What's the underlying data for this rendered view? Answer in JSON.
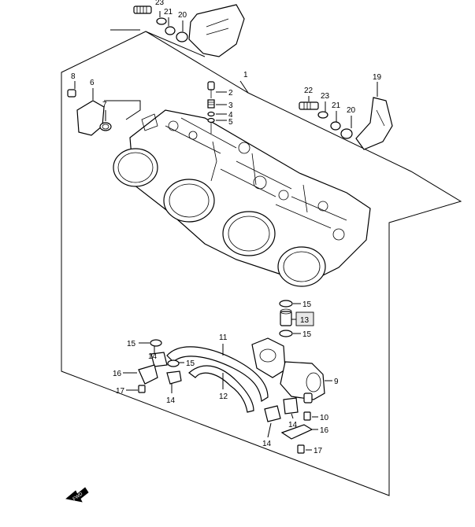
{
  "diagram": {
    "callouts": {
      "c1": "1",
      "c2": "2",
      "c3": "3",
      "c4": "4",
      "c5": "5",
      "c6": "6",
      "c7": "7",
      "c8": "8",
      "c9": "9",
      "c10": "10",
      "c11": "11",
      "c12": "12",
      "c13": "13",
      "c14a": "14",
      "c14b": "14",
      "c14c": "14",
      "c14d": "14",
      "c15a": "15",
      "c15b": "15",
      "c15c": "15",
      "c15d": "15",
      "c16a": "16",
      "c16b": "16",
      "c17a": "17",
      "c17b": "17",
      "c19": "19",
      "c20a": "20",
      "c20b": "20",
      "c21a": "21",
      "c21b": "21",
      "c22": "22",
      "c23": "23",
      "c23top": "23"
    },
    "fwd_label": "FWD"
  }
}
